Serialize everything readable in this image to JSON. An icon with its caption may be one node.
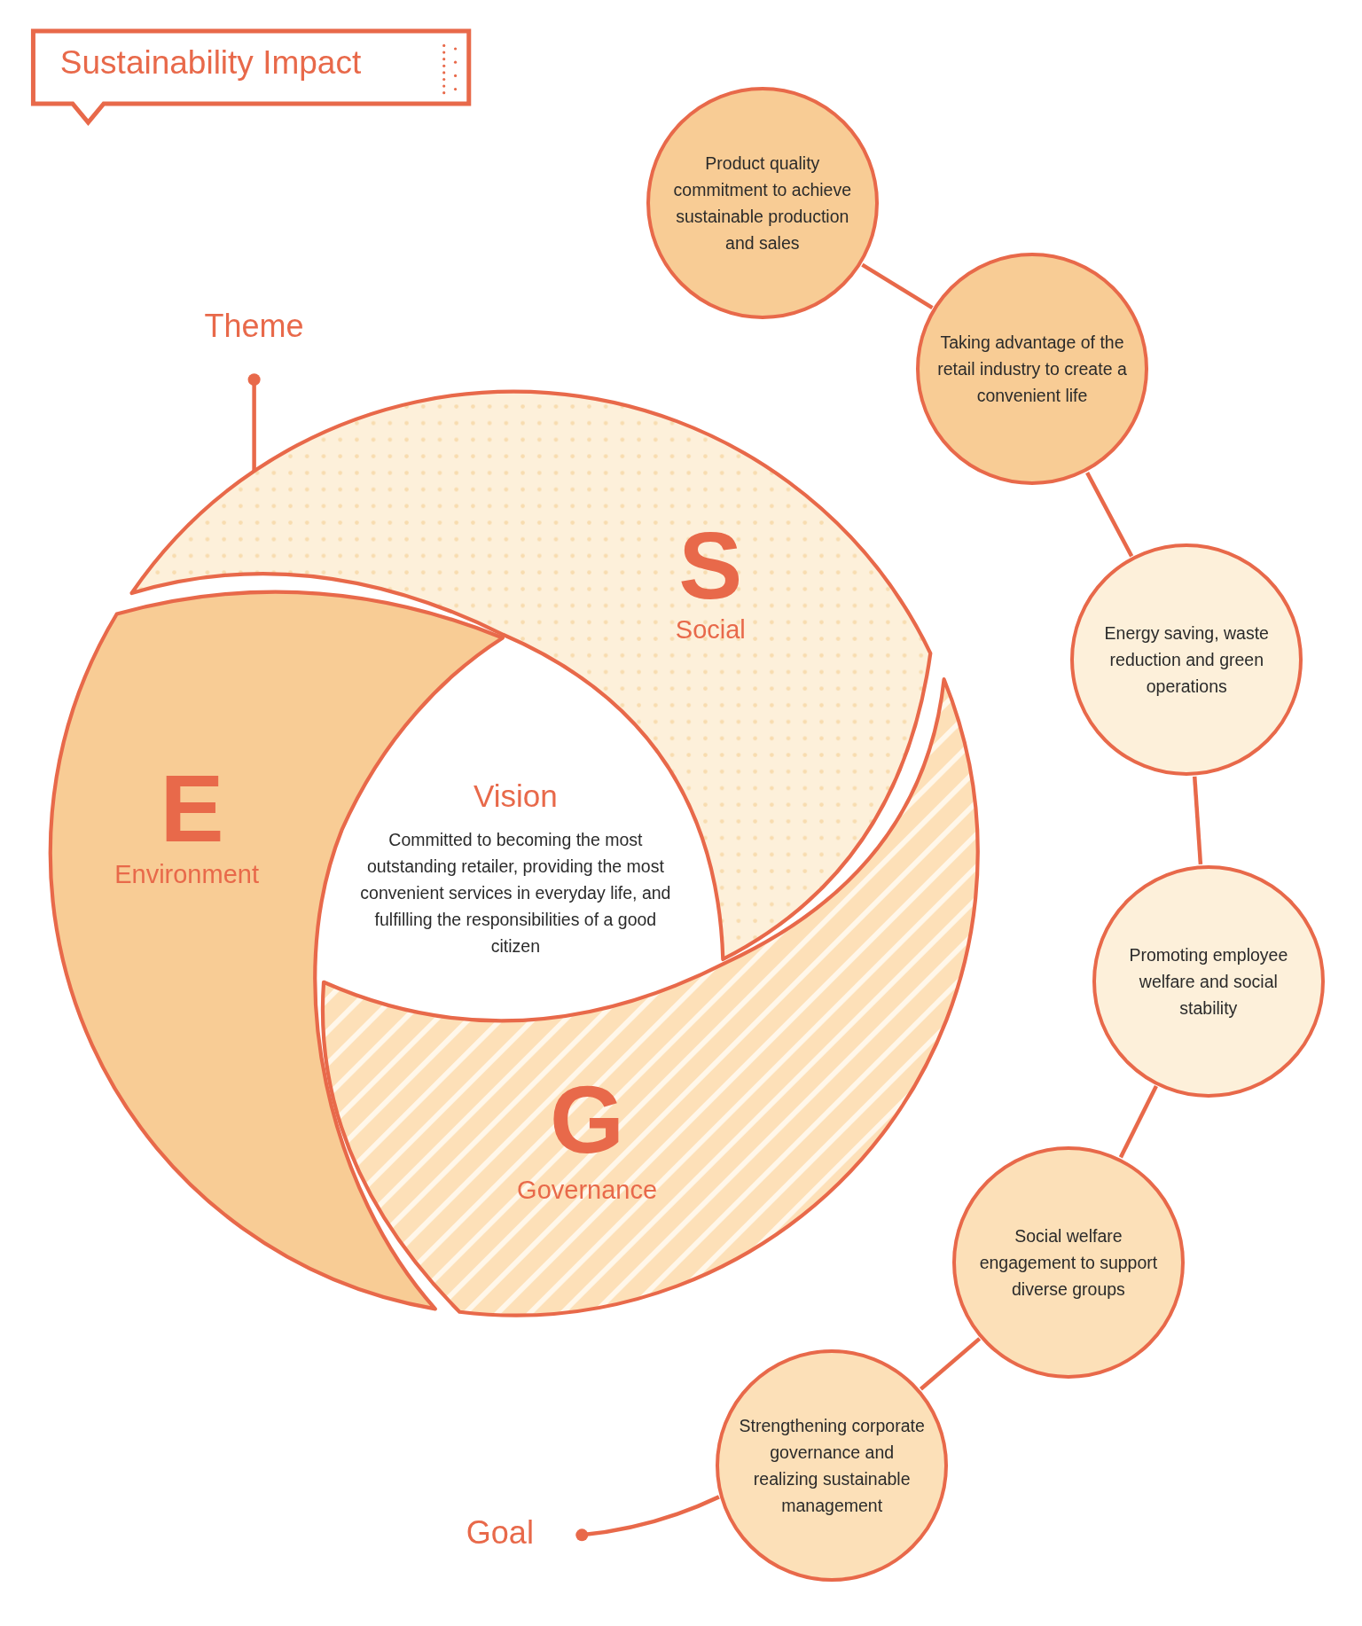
{
  "diagram": {
    "title": "Sustainability Impact",
    "nodes": [
      {
        "text": [
          "Theme"
        ]
      },
      {
        "text": [
          "S",
          "Social"
        ]
      },
      {
        "text": [
          "E",
          "Environment"
        ]
      },
      {
        "text": [
          "Vision",
          "Committed to becoming the most outstanding retailer, providing the most convenient services in everyday life, and fulfilling the responsibilities of a good citizen"
        ]
      },
      {
        "text": [
          "G",
          "Governance"
        ]
      },
      {
        "text": [
          "Product quality commitment to achieve sustainable production and sales"
        ]
      },
      {
        "text": [
          "Taking advantage of the retail industry to create a convenient life"
        ]
      },
      {
        "text": [
          "Energy saving, waste reduction and green operations"
        ]
      },
      {
        "text": [
          "Promoting employee welfare and social stability"
        ]
      },
      {
        "text": [
          "Social welfare engagement to support diverse groups"
        ]
      },
      {
        "text": [
          "Strengthening corporate governance and realizing sustainable management"
        ]
      },
      {
        "text": [
          "Goal"
        ]
      }
    ],
    "edges": [
      {
        "from": 0,
        "to": 1,
        "arrow": "other"
      },
      {
        "from": 5,
        "to": 6,
        "arrow": "none"
      },
      {
        "from": 6,
        "to": 7,
        "arrow": "none"
      },
      {
        "from": 7,
        "to": 8,
        "arrow": "none"
      },
      {
        "from": 8,
        "to": 9,
        "arrow": "none"
      },
      {
        "from": 9,
        "to": 10,
        "arrow": "none"
      },
      {
        "from": 11,
        "to": 10,
        "arrow": "other"
      }
    ]
  }
}
